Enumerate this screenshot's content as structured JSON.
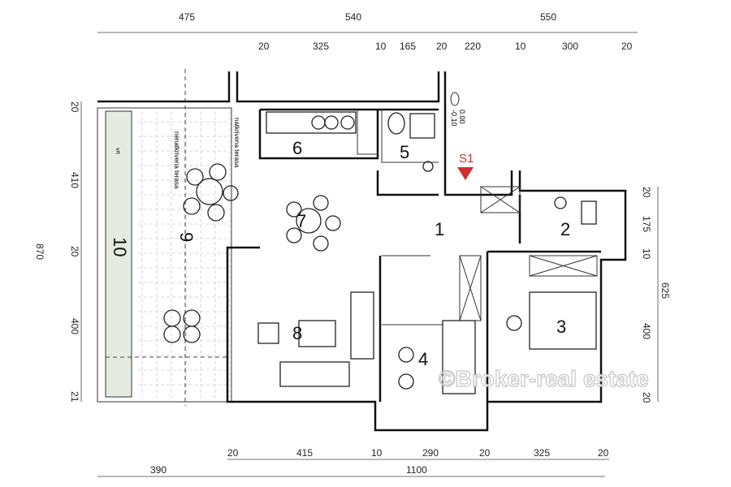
{
  "top_dims": {
    "overall": [
      "475",
      "540",
      "550"
    ],
    "detail": [
      "20",
      "325",
      "10",
      "165",
      "20",
      "220",
      "10",
      "300",
      "20"
    ]
  },
  "bottom_dims": {
    "detail": [
      "20",
      "415",
      "10",
      "290",
      "20",
      "325",
      "20"
    ],
    "overall": [
      "390",
      "1100"
    ]
  },
  "left_dims": {
    "total": "870",
    "detail": [
      "20",
      "410",
      "20",
      "400",
      "21"
    ]
  },
  "right_dims": {
    "total": "625",
    "detail": [
      "20",
      "175",
      "10",
      "400",
      "20"
    ]
  },
  "rooms": [
    "1",
    "2",
    "3",
    "4",
    "5",
    "6",
    "7",
    "8",
    "9",
    "10"
  ],
  "labels": {
    "terrace_covered": "natkrivena terasa",
    "terrace_uncovered": "nenatkrivena terasa",
    "planter": "vrt",
    "level_a": "0.00",
    "level_b": "-0.10",
    "section": "S1"
  },
  "watermark": "©Broker-real estate",
  "colors": {
    "section_mark": "#d0302f",
    "planter_fill": "#e6ebe2"
  }
}
